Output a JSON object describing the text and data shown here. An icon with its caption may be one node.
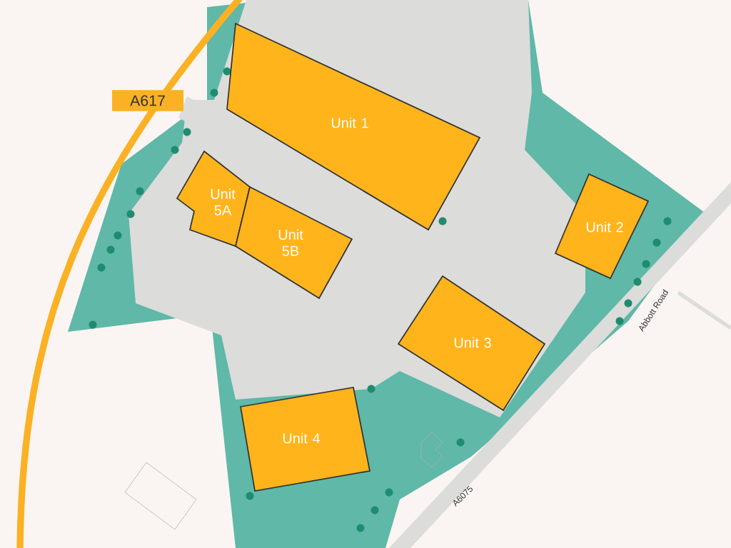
{
  "diagram": {
    "nodes": [
      {
        "text": [
          "A617"
        ]
      },
      {
        "text": [
          "Unit 1"
        ]
      },
      {
        "text": [
          "Unit 5A"
        ]
      },
      {
        "text": [
          "Unit 5B"
        ]
      },
      {
        "text": [
          "Unit 2"
        ]
      },
      {
        "text": [
          "Unit 3"
        ]
      },
      {
        "text": [
          "Unit 4"
        ]
      }
    ],
    "labels": [
      "Abbott Road",
      "A6075"
    ]
  }
}
